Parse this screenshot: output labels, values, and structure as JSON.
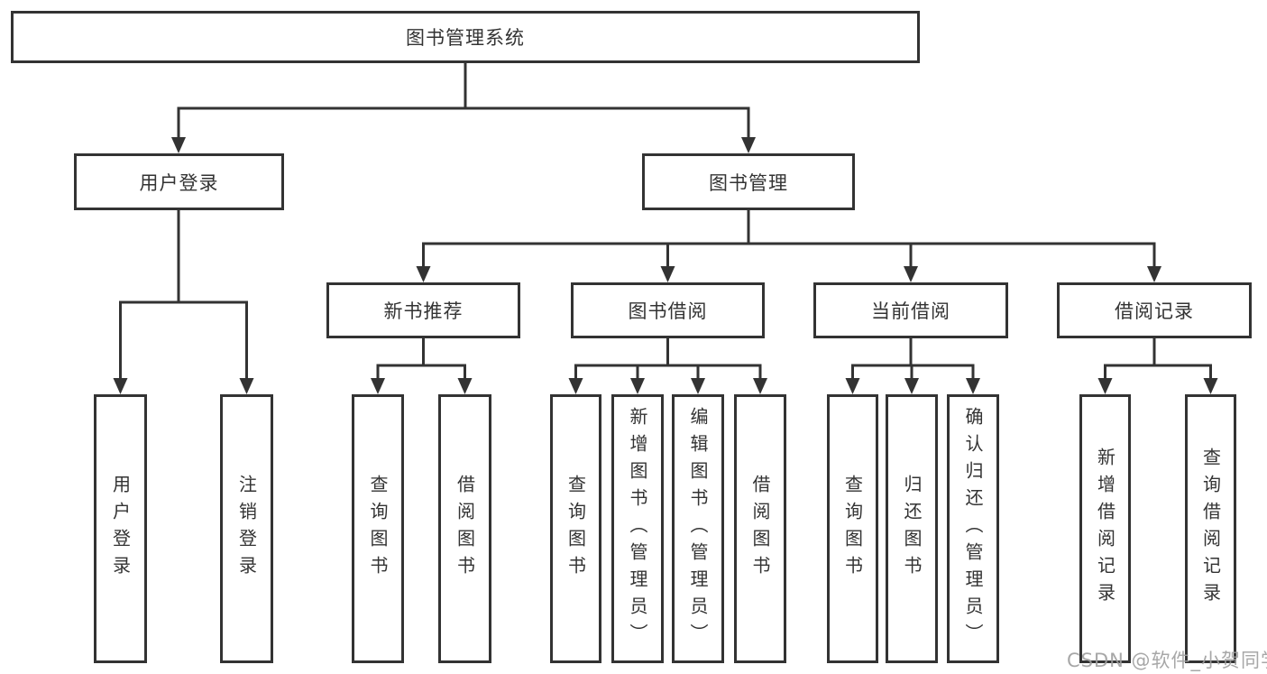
{
  "title_node": "图书管理系统",
  "level2": {
    "user_login": "用户登录",
    "book_management": "图书管理"
  },
  "level3": {
    "new_books": "新书推荐",
    "book_borrow": "图书借阅",
    "current_borrow": "当前借阅",
    "borrow_records": "借阅记录"
  },
  "leaves": {
    "user_login": [
      "用户登录",
      "注销登录"
    ],
    "new_books": [
      "查询图书",
      "借阅图书"
    ],
    "book_borrow": [
      "查询图书",
      "新增图书（管理员）",
      "编辑图书（管理员）",
      "借阅图书"
    ],
    "current_borrow": [
      "查询图书",
      "归还图书",
      "确认归还（管理员）"
    ],
    "borrow_records": [
      "新增借阅记录",
      "查询借阅记录"
    ]
  },
  "watermark": "CSDN @软件_小贺同学",
  "colors": {
    "line": "#333333",
    "text": "#333333",
    "watermark": "#9e9e9e",
    "background": "#ffffff"
  }
}
